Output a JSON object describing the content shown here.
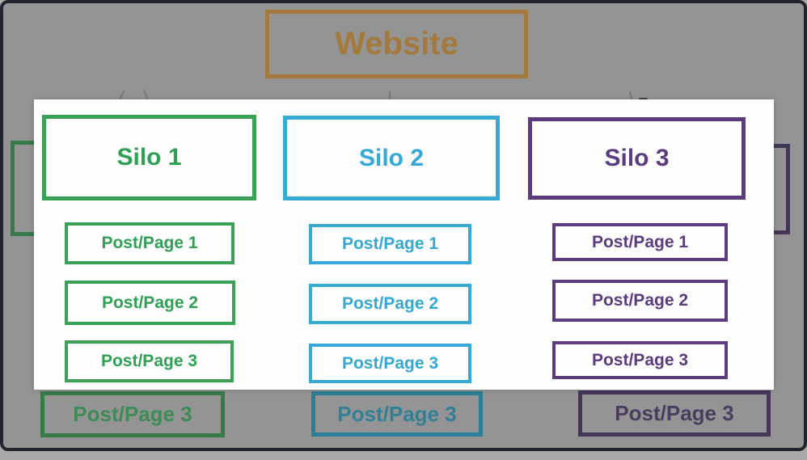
{
  "diagram": {
    "title_box": {
      "label": "Website"
    },
    "silos": [
      {
        "label": "Silo 1",
        "color": "#3aa156",
        "pages": [
          "Post/Page 1",
          "Post/Page 2",
          "Post/Page 3"
        ]
      },
      {
        "label": "Silo 2",
        "color": "#37a9d8",
        "pages": [
          "Post/Page 1",
          "Post/Page 2",
          "Post/Page 3"
        ]
      },
      {
        "label": "Silo 3",
        "color": "#5c3b7f",
        "pages": [
          "Post/Page 1",
          "Post/Page 2",
          "Post/Page 3"
        ]
      }
    ],
    "background_dimmed_row": [
      {
        "label": "Post/Page 3",
        "color": "#3d8b55"
      },
      {
        "label": "Post/Page 3",
        "color": "#337f95"
      },
      {
        "label": "Post/Page 3",
        "color": "#4b3c60"
      }
    ],
    "colors": {
      "website_accent": "#a47b3d",
      "canvas_background": "#949494",
      "outer_border": "#22252d",
      "overlay_panel": "#ffffff",
      "green": "#3aa156",
      "teal": "#37a9d8",
      "purple": "#5c3b7f"
    }
  }
}
